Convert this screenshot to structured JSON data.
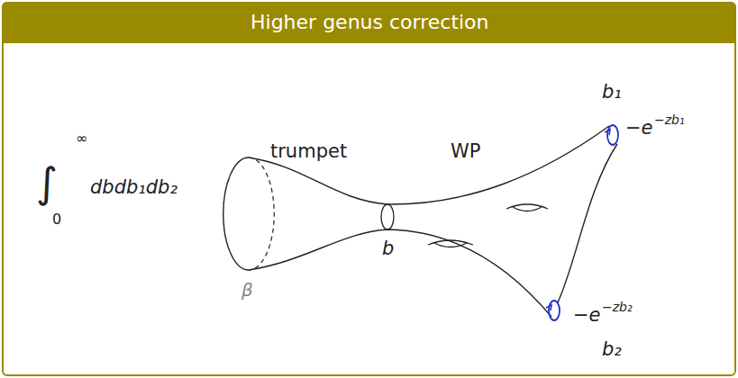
{
  "diagram": {
    "title": "Higher genus correction",
    "labels": [
      "∫",
      "∞",
      "0",
      "dbdb₁db₂",
      "trumpet",
      "WP",
      "b",
      "β",
      "b₁",
      "b₂",
      "−e",
      "−zb₁",
      "−e",
      "−zb₂"
    ]
  }
}
